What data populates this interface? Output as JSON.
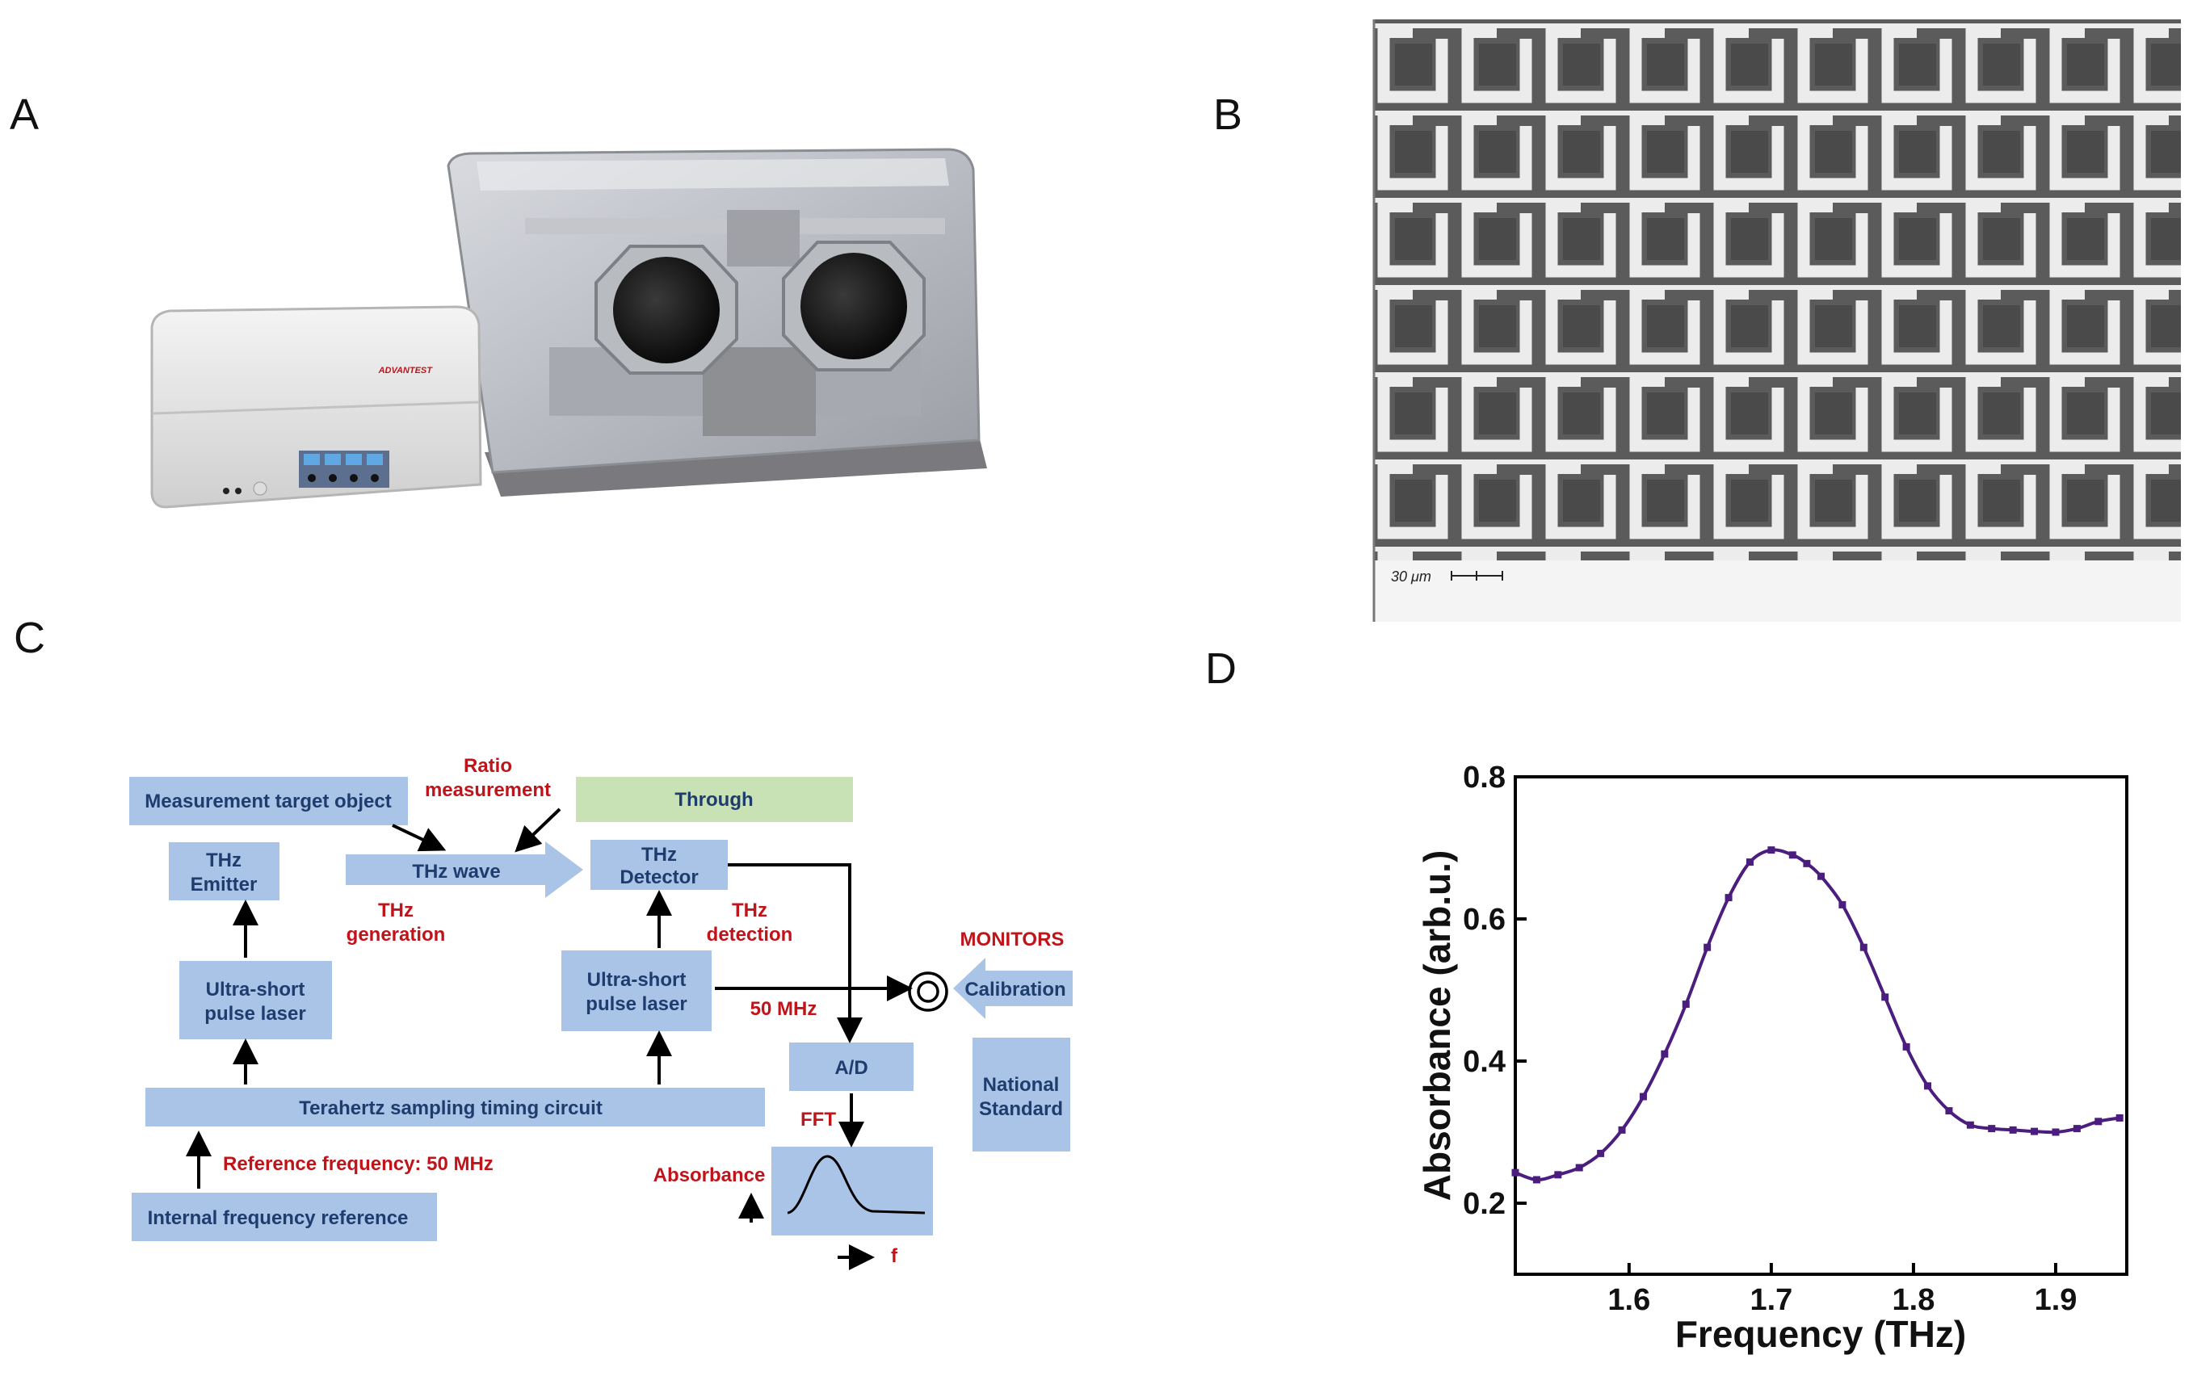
{
  "panels": {
    "a": "A",
    "b": "B",
    "c": "C",
    "d": "D"
  },
  "photo_a": {
    "brand": "ADVANTEST"
  },
  "micrograph_b": {
    "scale_bar": "30 μm"
  },
  "diagram_c": {
    "measurement_target": "Measurement target object",
    "ratio_measurement": [
      "Ratio",
      "measurement"
    ],
    "through": "Through",
    "thz_emitter": [
      "THz",
      "Emitter"
    ],
    "thz_wave": "THz wave",
    "thz_detector": [
      "THz",
      "Detector"
    ],
    "thz_generation": [
      "THz",
      "generation"
    ],
    "thz_detection": [
      "THz",
      "detection"
    ],
    "monitors": "MONITORS",
    "laser_left": [
      "Ultra-short",
      "pulse laser"
    ],
    "laser_right": [
      "Ultra-short",
      "pulse laser"
    ],
    "freq_50": "50 MHz",
    "calibration": "Calibration",
    "ad": "A/D",
    "national_standard": [
      "National",
      "Standard"
    ],
    "timing_circuit": "Terahertz sampling timing circuit",
    "fft": "FFT",
    "reference_frequency": "Reference frequency: 50 MHz",
    "absorbance": "Absorbance",
    "internal_reference": "Internal frequency reference",
    "f_label": "f"
  },
  "colors": {
    "block_blue": "#a9c4e6",
    "block_green": "#c8e2b6",
    "label_red": "#c0141b",
    "text_navy": "#1f3c6e",
    "curve_purple": "#4b1d7e"
  },
  "chart_data": {
    "type": "line",
    "title": "",
    "xlabel": "Frequency (THz)",
    "ylabel": "Absorbance (arb.u.)",
    "xlim": [
      1.52,
      1.95
    ],
    "ylim": [
      0.1,
      0.8
    ],
    "xticks": [
      "1.6",
      "1.7",
      "1.8",
      "1.9"
    ],
    "yticks": [
      "0.2",
      "0.4",
      "0.6",
      "0.8"
    ],
    "grid": false,
    "legend": "none",
    "series": [
      {
        "x": [
          1.52,
          1.535,
          1.55,
          1.565,
          1.58,
          1.595,
          1.61,
          1.625,
          1.64,
          1.655,
          1.67,
          1.685,
          1.7,
          1.715,
          1.725,
          1.735,
          1.75,
          1.765,
          1.78,
          1.795,
          1.81,
          1.825,
          1.84,
          1.855,
          1.87,
          1.885,
          1.9,
          1.915,
          1.93,
          1.945
        ],
        "y": [
          0.243,
          0.233,
          0.24,
          0.25,
          0.27,
          0.303,
          0.35,
          0.41,
          0.48,
          0.56,
          0.63,
          0.68,
          0.697,
          0.69,
          0.678,
          0.66,
          0.62,
          0.56,
          0.49,
          0.42,
          0.365,
          0.33,
          0.31,
          0.305,
          0.303,
          0.301,
          0.3,
          0.305,
          0.315,
          0.32
        ]
      }
    ]
  }
}
